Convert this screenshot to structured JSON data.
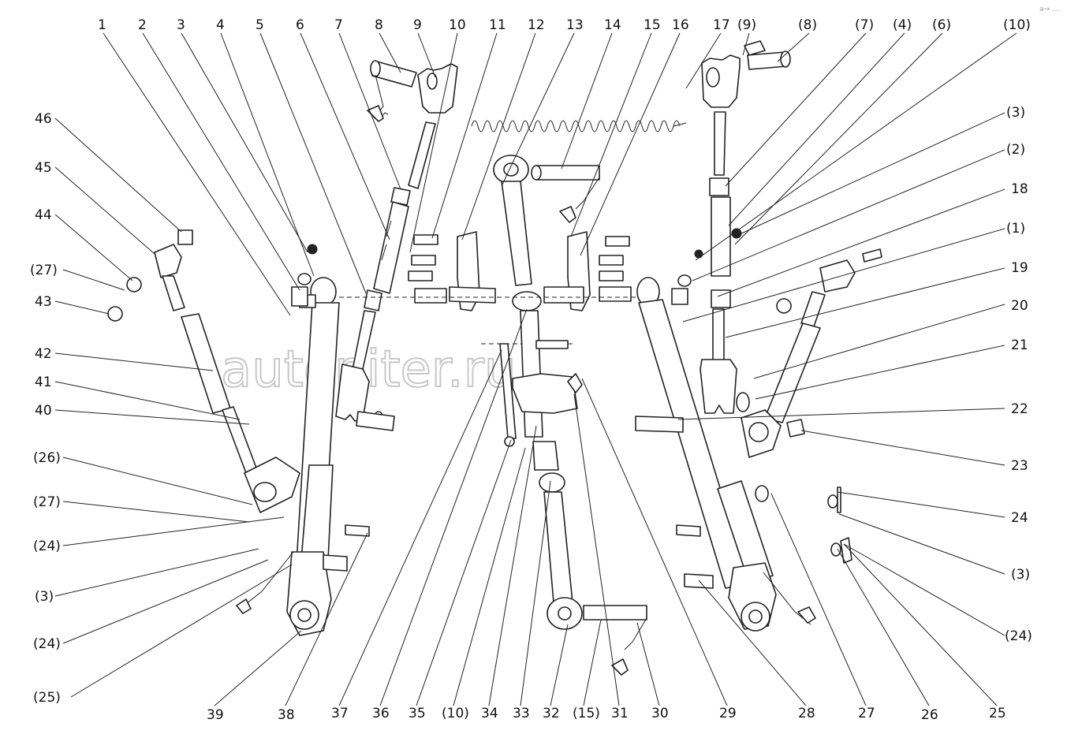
{
  "watermark": "autopiter.ru",
  "corner_mark": "a→ ....",
  "callouts": {
    "top": [
      "1",
      "2",
      "3",
      "4",
      "5",
      "6",
      "7",
      "8",
      "9",
      "10",
      "11",
      "12",
      "13",
      "14",
      "15",
      "16",
      "17",
      "(9)",
      "(8)",
      "(7)",
      "(4)",
      "(6)",
      "(10)"
    ],
    "right": [
      "(3)",
      "(2)",
      "18",
      "(1)",
      "19",
      "20",
      "21",
      "22",
      "23",
      "24",
      "(3)",
      "(24)"
    ],
    "left": [
      "46",
      "45",
      "44",
      "(27)",
      "43",
      "42",
      "41",
      "40",
      "(26)",
      "(27)",
      "(24)",
      "(3)",
      "(24)",
      "(25)"
    ],
    "bottom": [
      "39",
      "38",
      "37",
      "36",
      "35",
      "(10)",
      "34",
      "33",
      "32",
      "(15)",
      "31",
      "30",
      "29",
      "28",
      "27",
      "26",
      "25"
    ]
  }
}
